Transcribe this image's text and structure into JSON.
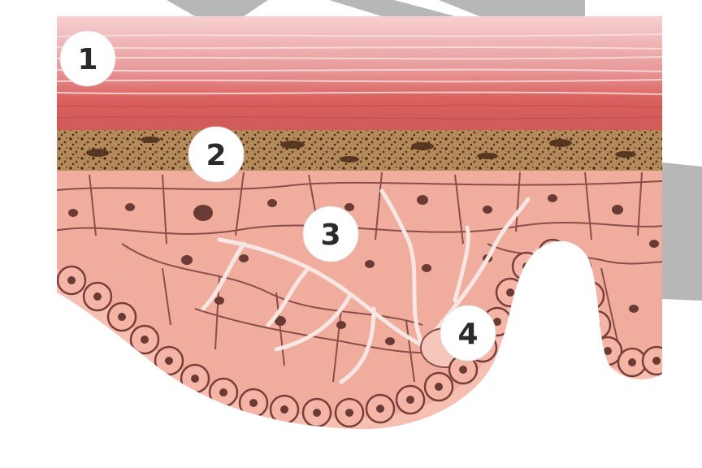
{
  "figure": {
    "labels": [
      "1",
      "2",
      "3",
      "4"
    ]
  },
  "colors": {
    "background": "#ffffff",
    "watermark": "#b7b7b7",
    "stratum_corneum_light": "#f3c7c9",
    "stratum_corneum_dark": "#d45a5a",
    "stratum_granulosum": "#b07a55",
    "granules": "#4a2a1a",
    "cell_fill": "#f0ad9d",
    "cell_outline": "#8a4e4a",
    "nucleus": "#6a3a34",
    "basal_cell_fill": "#f6bfb1",
    "melanocyte_branch": "#f7e6e2",
    "label_circle": "#ffffff",
    "label_text": "#2a2a2a"
  }
}
